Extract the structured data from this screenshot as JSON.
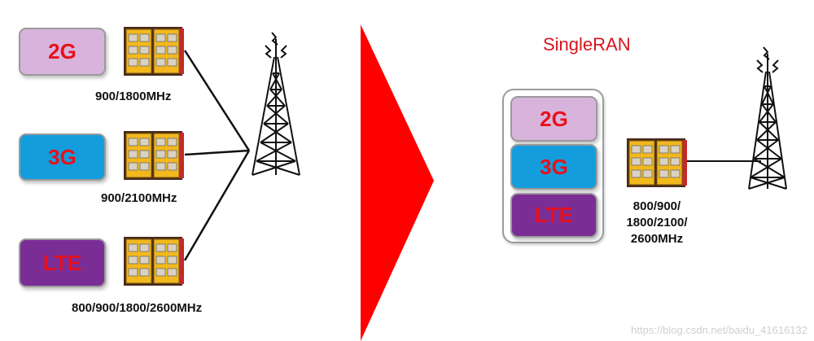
{
  "left": {
    "rows": [
      {
        "tech": "2G",
        "freq": "900/1800MHz"
      },
      {
        "tech": "3G",
        "freq": "900/2100MHz"
      },
      {
        "tech": "LTE",
        "freq": "800/900/1800/2600MHz"
      }
    ]
  },
  "right": {
    "title": "SingleRAN",
    "techs": [
      "2G",
      "3G",
      "LTE"
    ],
    "freq_lines": [
      "800/900/",
      "1800/2100/",
      "2600MHz"
    ]
  },
  "watermark": "https://blog.csdn.net/baidu_41616132",
  "colors": {
    "tech_2g": "#d8b4dc",
    "tech_3g": "#149ddc",
    "tech_lte": "#7b2d96",
    "tech_text": "#e8101a",
    "arrow": "#ff0000",
    "title": "#d6141c"
  },
  "icons": [
    "base-station-unit-icon",
    "cell-tower-icon",
    "transition-arrow-icon"
  ]
}
